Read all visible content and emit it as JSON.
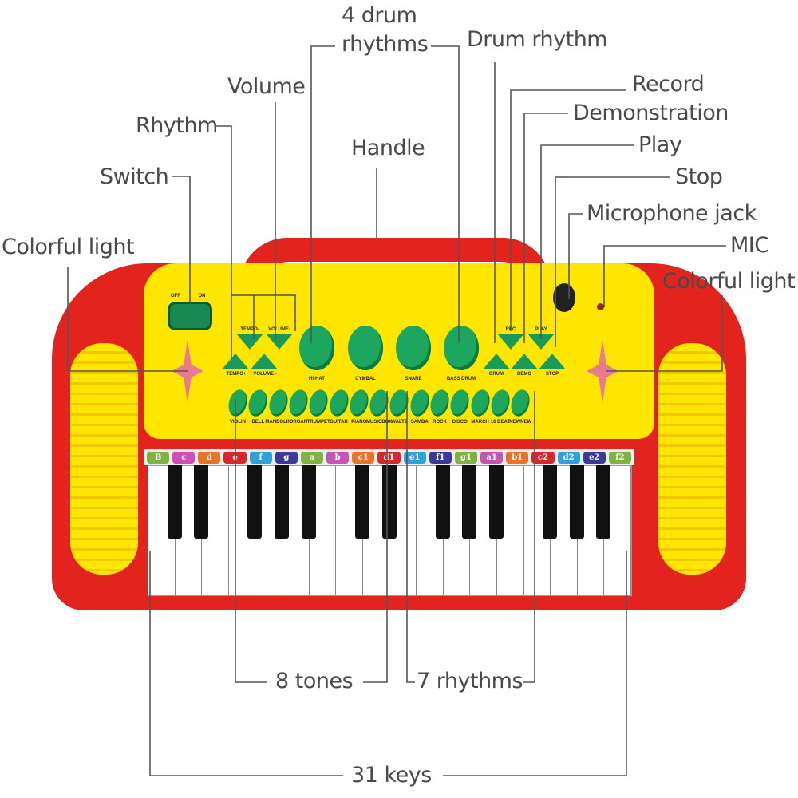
{
  "callouts": {
    "drum_rhythms_line1": "4 drum",
    "drum_rhythms_line2": "rhythms",
    "drum_rhythm": "Drum rhythm",
    "record": "Record",
    "demonstration": "Demonstration",
    "play": "Play",
    "stop": "Stop",
    "microphone_jack": "Microphone jack",
    "mic": "MIC",
    "colorful_light_right": "Colorful light",
    "colorful_light_left": "Colorful light",
    "volume": "Volume",
    "rhythm": "Rhythm",
    "handle": "Handle",
    "switch": "Switch",
    "tones": "8 tones",
    "rhythms": "7 rhythms",
    "keys": "31 keys"
  },
  "panel": {
    "off": "OFF",
    "on": "ON",
    "tempo_minus": "TEMPO-",
    "volume_minus": "VOLUME-",
    "tempo_plus": "TEMPO+",
    "volume_plus": "VOLUME+",
    "rec": "REC",
    "play": "PLAY",
    "drum": "DRUM",
    "demo": "DEMO",
    "stop": "STOP",
    "drums": [
      "HI-HAT",
      "CYMBAL",
      "SNARE",
      "BASS DRUM"
    ],
    "tones": [
      "VIOLIN",
      "BELL",
      "MANDOLIN",
      "ORGAN",
      "TRUMPET",
      "GUITAR",
      "PIANO",
      "MUSICBOX",
      "WALTZ",
      "SAMBA",
      "ROCK",
      "DISCO",
      "MARCH",
      "16 BEAT",
      "NEWNEW"
    ]
  },
  "notes": [
    {
      "t": "B",
      "c": "#7cb342"
    },
    {
      "t": "c",
      "c": "#d04fb5"
    },
    {
      "t": "d",
      "c": "#e8742a"
    },
    {
      "t": "e",
      "c": "#d8262a"
    },
    {
      "t": "f",
      "c": "#2ea0dc"
    },
    {
      "t": "g",
      "c": "#3a3a9a"
    },
    {
      "t": "a",
      "c": "#7cb342"
    },
    {
      "t": "b",
      "c": "#c157b0"
    },
    {
      "t": "c1",
      "c": "#e8742a"
    },
    {
      "t": "d1",
      "c": "#d8262a"
    },
    {
      "t": "e1",
      "c": "#2ea0dc"
    },
    {
      "t": "f1",
      "c": "#3a3a9a"
    },
    {
      "t": "g1",
      "c": "#7cb342"
    },
    {
      "t": "a1",
      "c": "#c157b0"
    },
    {
      "t": "b1",
      "c": "#e8742a"
    },
    {
      "t": "c2",
      "c": "#d8262a"
    },
    {
      "t": "d2",
      "c": "#2ea0dc"
    },
    {
      "t": "e2",
      "c": "#3a3a9a"
    },
    {
      "t": "f2",
      "c": "#7cb342"
    }
  ]
}
